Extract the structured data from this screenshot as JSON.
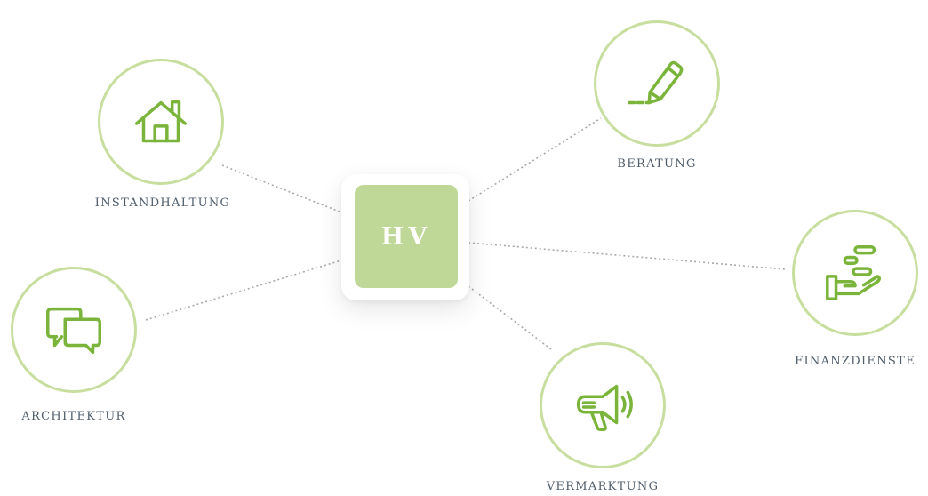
{
  "center": {
    "label": "HV"
  },
  "nodes": [
    {
      "id": "instandhaltung",
      "label": "INSTANDHALTUNG",
      "icon": "house-icon"
    },
    {
      "id": "beratung",
      "label": "BERATUNG",
      "icon": "pen-icon"
    },
    {
      "id": "architektur",
      "label": "ARCHITEKTUR",
      "icon": "speech-bubbles-icon"
    },
    {
      "id": "finanzdienste",
      "label": "FINANZDIENSTE",
      "icon": "hand-coins-icon"
    },
    {
      "id": "vermarktung",
      "label": "VERMARKTUNG",
      "icon": "megaphone-icon"
    }
  ],
  "colors": {
    "accent": "#7ab43a",
    "circle_border": "#c7de9f",
    "center_fill": "#bfd797",
    "label_text": "#4f5d6b",
    "connector": "#a9a9a9"
  }
}
